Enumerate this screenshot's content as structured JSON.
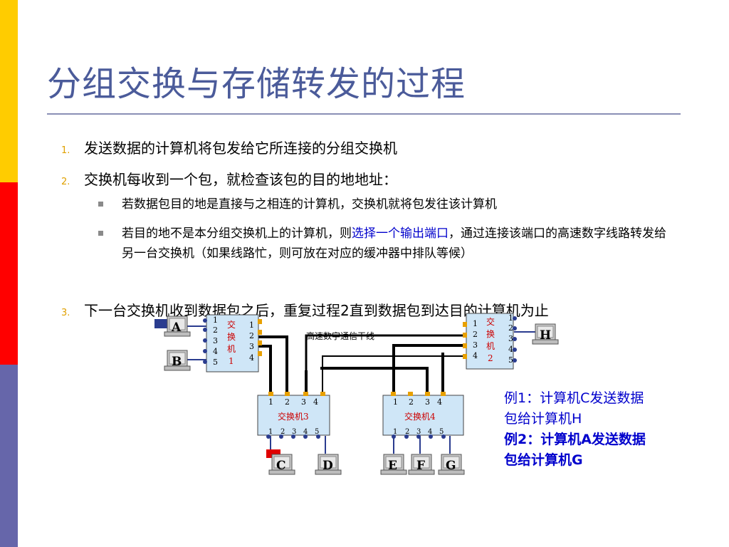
{
  "slide": {
    "title": "分组交换与存储转发的过程",
    "items": [
      {
        "num": "1.",
        "text": "发送数据的计算机将包发给它所连接的分组交换机"
      },
      {
        "num": "2.",
        "text": "交换机每收到一个包，就检查该包的目的地地址："
      },
      {
        "num": "3.",
        "text": "下一台交换机收到数据包之后，重复过程2直到数据包到达目的计算机为止"
      }
    ],
    "sub_items": [
      {
        "text": "若数据包目的地是直接与之相连的计算机，交换机就将包发往该计算机"
      },
      {
        "pre": "若目的地不是本分组交换机上的计算机，则",
        "highlight": "选择一个输出端口",
        "post": "，通过连接该端口的高速数字线路转发给另一台交换机（如果线路忙，则可放在对应的缓冲器中排队等候）"
      }
    ]
  },
  "diagram": {
    "trunk_label": "高速数字通信干线",
    "switch1_label": [
      "交",
      "换",
      "机",
      "1"
    ],
    "switch2_label": [
      "交",
      "换",
      "机",
      "2"
    ],
    "switch3_label": "交换机3",
    "switch4_label": "交换机4",
    "switch1_left_ports": [
      "1",
      "2",
      "3",
      "4",
      "5"
    ],
    "switch1_right_ports": [
      "1",
      "2",
      "3",
      "4"
    ],
    "switch2_left_ports": [
      "1",
      "2",
      "3",
      "4"
    ],
    "switch2_right_ports": [
      "1",
      "2",
      "3",
      "4",
      "5"
    ],
    "switch34_top_ports": [
      "1",
      "2",
      "3",
      "4"
    ],
    "switch34_bottom_ports": [
      "1",
      "2",
      "3",
      "4",
      "5"
    ],
    "computers": [
      "A",
      "B",
      "H",
      "C",
      "D",
      "E",
      "F",
      "G"
    ]
  },
  "examples": {
    "ex1_line1": "例1：计算机C发送数据",
    "ex1_line2": "包给计算机H",
    "ex2_line1": "例2：计算机A发送数据",
    "ex2_line2": "包给计算机G",
    "ex1_color": "#0000cc",
    "ex2_color": "#0000cc"
  },
  "colors": {
    "title": "#4b5b9a",
    "switch_fill": "#cfe6f7",
    "switch_label": "#cc0000",
    "port": "#e8a000",
    "dot": "#2a3c8f",
    "packet": "#e00000"
  }
}
